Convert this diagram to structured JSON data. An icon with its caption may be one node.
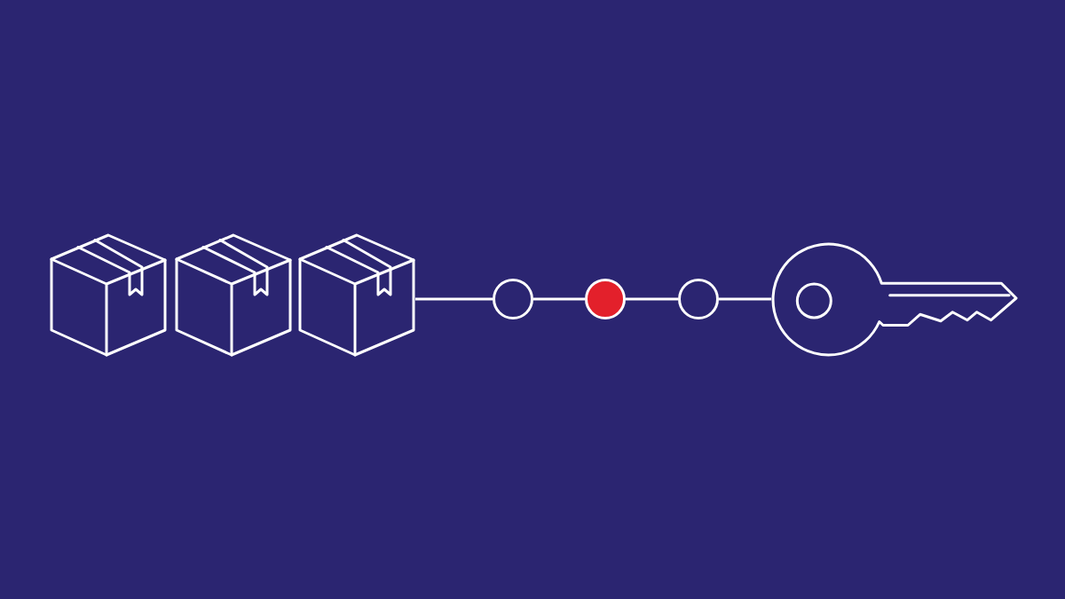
{
  "diagram": {
    "nodes": [
      {
        "text": [],
        "shape": "box"
      },
      {
        "text": [],
        "shape": "box"
      },
      {
        "text": [],
        "shape": "box"
      },
      {
        "text": [],
        "shape": "circle"
      },
      {
        "text": [],
        "shape": "circle"
      },
      {
        "text": [],
        "shape": "circle"
      },
      {
        "text": [],
        "shape": "picture"
      }
    ],
    "edges": [
      {
        "from": 2,
        "to": 3,
        "arrow": "none"
      },
      {
        "from": 3,
        "to": 4,
        "arrow": "none"
      },
      {
        "from": 4,
        "to": 5,
        "arrow": "none"
      },
      {
        "from": 5,
        "to": 6,
        "arrow": "none"
      }
    ]
  }
}
